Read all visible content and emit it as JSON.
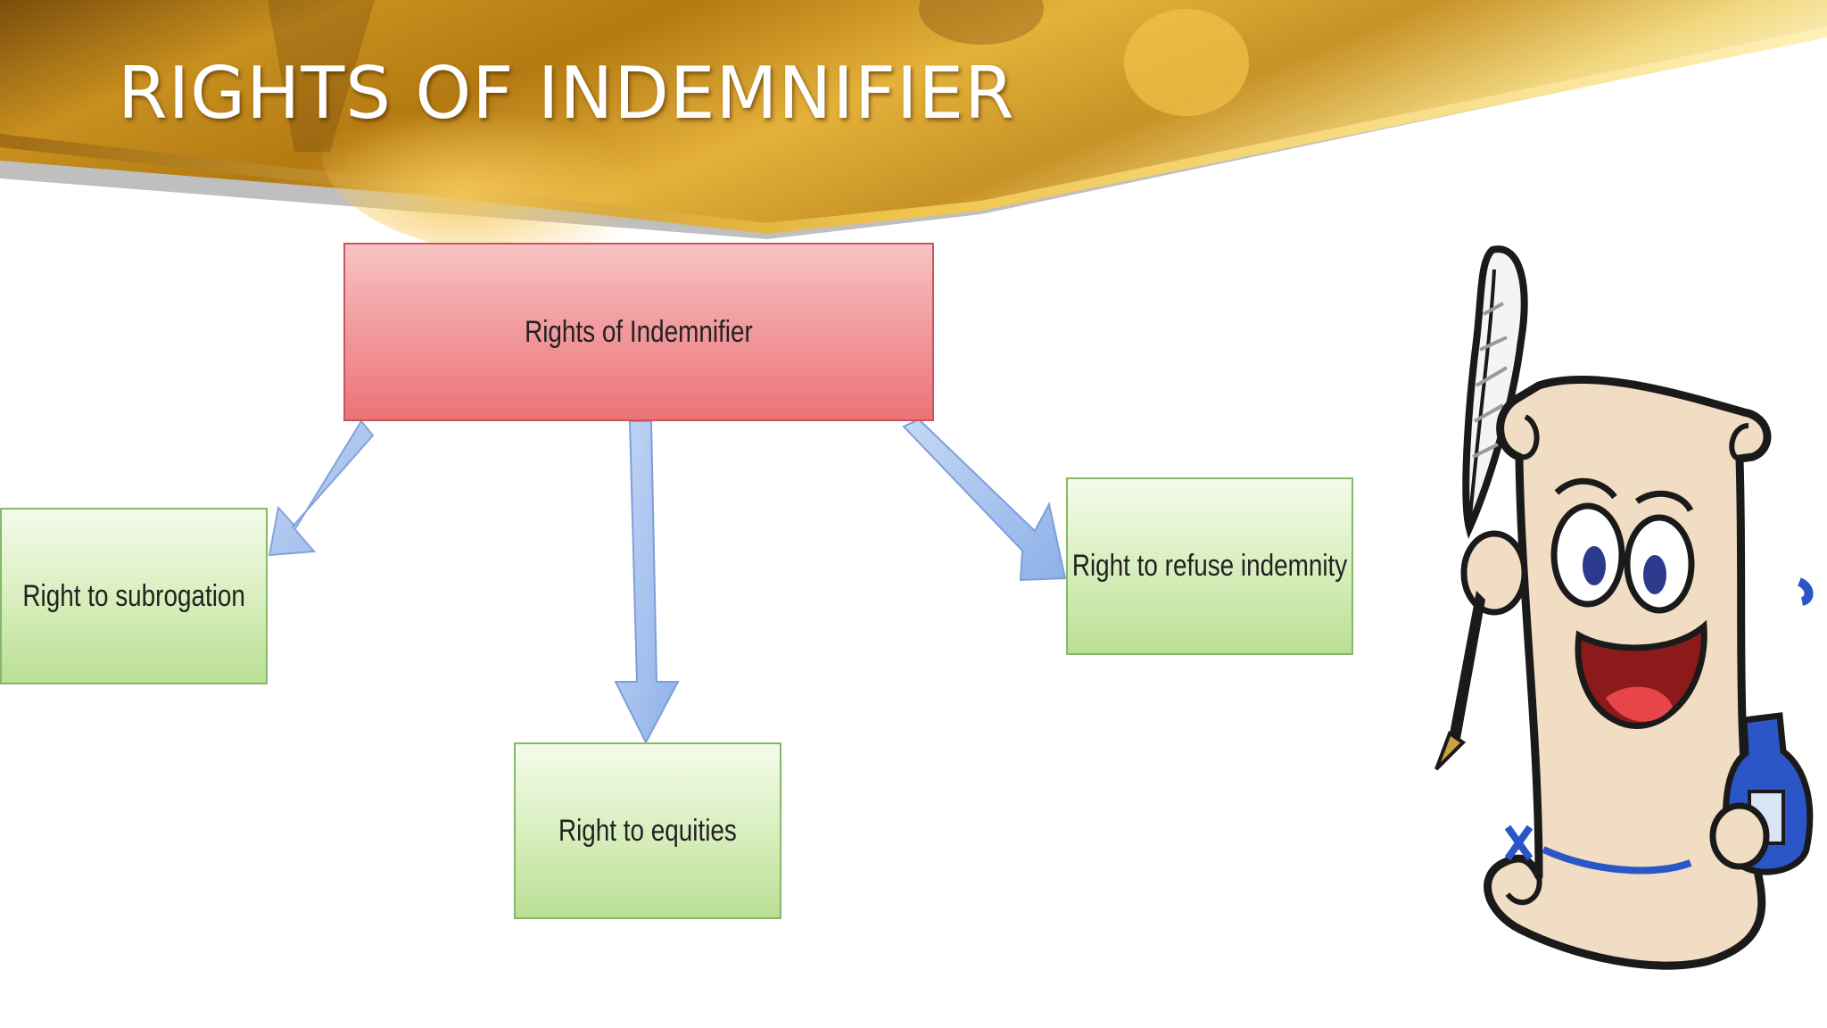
{
  "slide": {
    "title": "RIGHTS OF INDEMNIFIER"
  },
  "diagram": {
    "root": {
      "label": "Rights of Indemnifier"
    },
    "children": [
      {
        "label": "Right to subrogation"
      },
      {
        "label": "Right to equities"
      },
      {
        "label": "Right to refuse indemnity"
      }
    ]
  },
  "illustration": {
    "icon": "scroll-mascot-with-quill-and-ink-icon"
  },
  "colors": {
    "banner_gold": "#d7a42b",
    "root_fill": "#ef8a8e",
    "child_fill": "#cfe8b0",
    "arrow_fill": "#9ab9ec"
  }
}
